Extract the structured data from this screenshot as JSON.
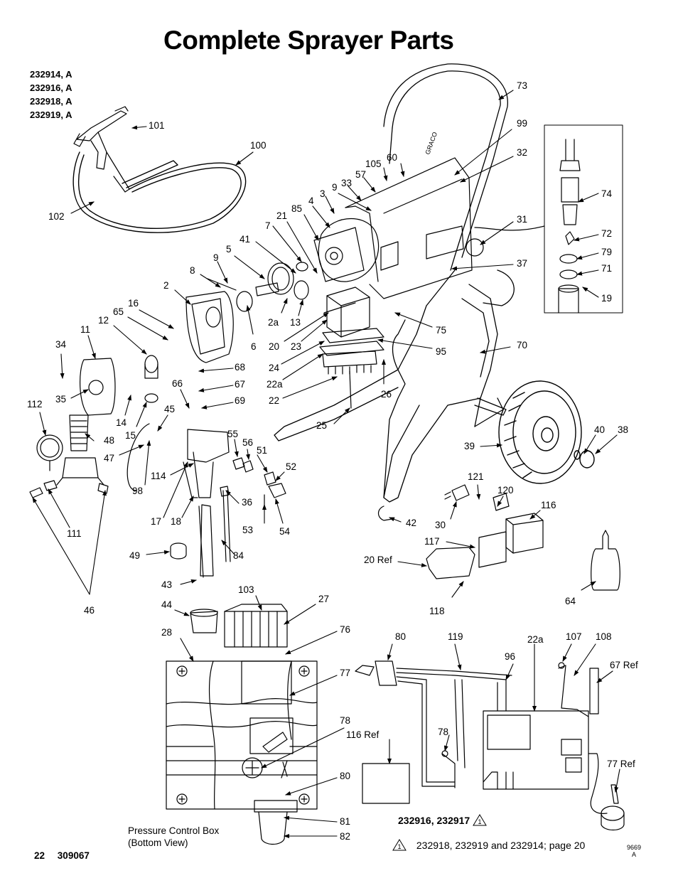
{
  "page": {
    "title": "Complete Sprayer Parts",
    "models": [
      "232914, A",
      "232916, A",
      "232918, A",
      "232919, A"
    ],
    "footer_page": "22",
    "footer_doc": "309067",
    "figure_id": "9669",
    "figure_rev": "A",
    "caption_pressure_box": [
      "Pressure Control Box",
      "(Bottom View)"
    ],
    "variant_label": "232916, 232917",
    "variant_note_mark": "1",
    "note_text": "232918, 232919 and 232914; page 20"
  },
  "callouts": [
    {
      "id": "73",
      "text": "73"
    },
    {
      "id": "99",
      "text": "99"
    },
    {
      "id": "32",
      "text": "32"
    },
    {
      "id": "101",
      "text": "101"
    },
    {
      "id": "100",
      "text": "100"
    },
    {
      "id": "102",
      "text": "102"
    },
    {
      "id": "105",
      "text": "105"
    },
    {
      "id": "60",
      "text": "60"
    },
    {
      "id": "57",
      "text": "57"
    },
    {
      "id": "33",
      "text": "33"
    },
    {
      "id": "9a",
      "text": "9"
    },
    {
      "id": "3",
      "text": "3"
    },
    {
      "id": "4",
      "text": "4"
    },
    {
      "id": "85",
      "text": "85"
    },
    {
      "id": "21",
      "text": "21"
    },
    {
      "id": "7",
      "text": "7"
    },
    {
      "id": "41",
      "text": "41"
    },
    {
      "id": "5",
      "text": "5"
    },
    {
      "id": "9b",
      "text": "9"
    },
    {
      "id": "8",
      "text": "8"
    },
    {
      "id": "2",
      "text": "2"
    },
    {
      "id": "16",
      "text": "16"
    },
    {
      "id": "65",
      "text": "65"
    },
    {
      "id": "12",
      "text": "12"
    },
    {
      "id": "11",
      "text": "11"
    },
    {
      "id": "34",
      "text": "34"
    },
    {
      "id": "35",
      "text": "35"
    },
    {
      "id": "14",
      "text": "14"
    },
    {
      "id": "15",
      "text": "15"
    },
    {
      "id": "112",
      "text": "112"
    },
    {
      "id": "48",
      "text": "48"
    },
    {
      "id": "47",
      "text": "47"
    },
    {
      "id": "45",
      "text": "45"
    },
    {
      "id": "66",
      "text": "66"
    },
    {
      "id": "68",
      "text": "68"
    },
    {
      "id": "67",
      "text": "67"
    },
    {
      "id": "69",
      "text": "69"
    },
    {
      "id": "6",
      "text": "6"
    },
    {
      "id": "2a",
      "text": "2a"
    },
    {
      "id": "13",
      "text": "13"
    },
    {
      "id": "20",
      "text": "20"
    },
    {
      "id": "23",
      "text": "23"
    },
    {
      "id": "24",
      "text": "24"
    },
    {
      "id": "22a",
      "text": "22a"
    },
    {
      "id": "22",
      "text": "22"
    },
    {
      "id": "26",
      "text": "26"
    },
    {
      "id": "25",
      "text": "25"
    },
    {
      "id": "75",
      "text": "75"
    },
    {
      "id": "95",
      "text": "95"
    },
    {
      "id": "70",
      "text": "70"
    },
    {
      "id": "31",
      "text": "31"
    },
    {
      "id": "37",
      "text": "37"
    },
    {
      "id": "74",
      "text": "74"
    },
    {
      "id": "72",
      "text": "72"
    },
    {
      "id": "79",
      "text": "79"
    },
    {
      "id": "71",
      "text": "71"
    },
    {
      "id": "19",
      "text": "19"
    },
    {
      "id": "40",
      "text": "40"
    },
    {
      "id": "38",
      "text": "38"
    },
    {
      "id": "39",
      "text": "39"
    },
    {
      "id": "55",
      "text": "55"
    },
    {
      "id": "56",
      "text": "56"
    },
    {
      "id": "51",
      "text": "51"
    },
    {
      "id": "52",
      "text": "52"
    },
    {
      "id": "36",
      "text": "36"
    },
    {
      "id": "53",
      "text": "53"
    },
    {
      "id": "54",
      "text": "54"
    },
    {
      "id": "114",
      "text": "114"
    },
    {
      "id": "98",
      "text": "98"
    },
    {
      "id": "17",
      "text": "17"
    },
    {
      "id": "18",
      "text": "18"
    },
    {
      "id": "111",
      "text": "111"
    },
    {
      "id": "46",
      "text": "46"
    },
    {
      "id": "49",
      "text": "49"
    },
    {
      "id": "84",
      "text": "84"
    },
    {
      "id": "43",
      "text": "43"
    },
    {
      "id": "44",
      "text": "44"
    },
    {
      "id": "103",
      "text": "103"
    },
    {
      "id": "27",
      "text": "27"
    },
    {
      "id": "28",
      "text": "28"
    },
    {
      "id": "76",
      "text": "76"
    },
    {
      "id": "77",
      "text": "77"
    },
    {
      "id": "78a",
      "text": "78"
    },
    {
      "id": "80a",
      "text": "80"
    },
    {
      "id": "81",
      "text": "81"
    },
    {
      "id": "82",
      "text": "82"
    },
    {
      "id": "121",
      "text": "121"
    },
    {
      "id": "120",
      "text": "120"
    },
    {
      "id": "116",
      "text": "116"
    },
    {
      "id": "30",
      "text": "30"
    },
    {
      "id": "42",
      "text": "42"
    },
    {
      "id": "117",
      "text": "117"
    },
    {
      "id": "20ref",
      "text": "20 Ref"
    },
    {
      "id": "118",
      "text": "118"
    },
    {
      "id": "64",
      "text": "64"
    },
    {
      "id": "80b",
      "text": "80"
    },
    {
      "id": "119",
      "text": "119"
    },
    {
      "id": "22a2",
      "text": "22a"
    },
    {
      "id": "107",
      "text": "107"
    },
    {
      "id": "108",
      "text": "108"
    },
    {
      "id": "96",
      "text": "96"
    },
    {
      "id": "67ref",
      "text": "67 Ref"
    },
    {
      "id": "78b",
      "text": "78"
    },
    {
      "id": "116ref",
      "text": "116 Ref"
    },
    {
      "id": "77ref",
      "text": "77 Ref"
    }
  ],
  "drawing_text": {
    "frame_brand": "GRACO"
  }
}
